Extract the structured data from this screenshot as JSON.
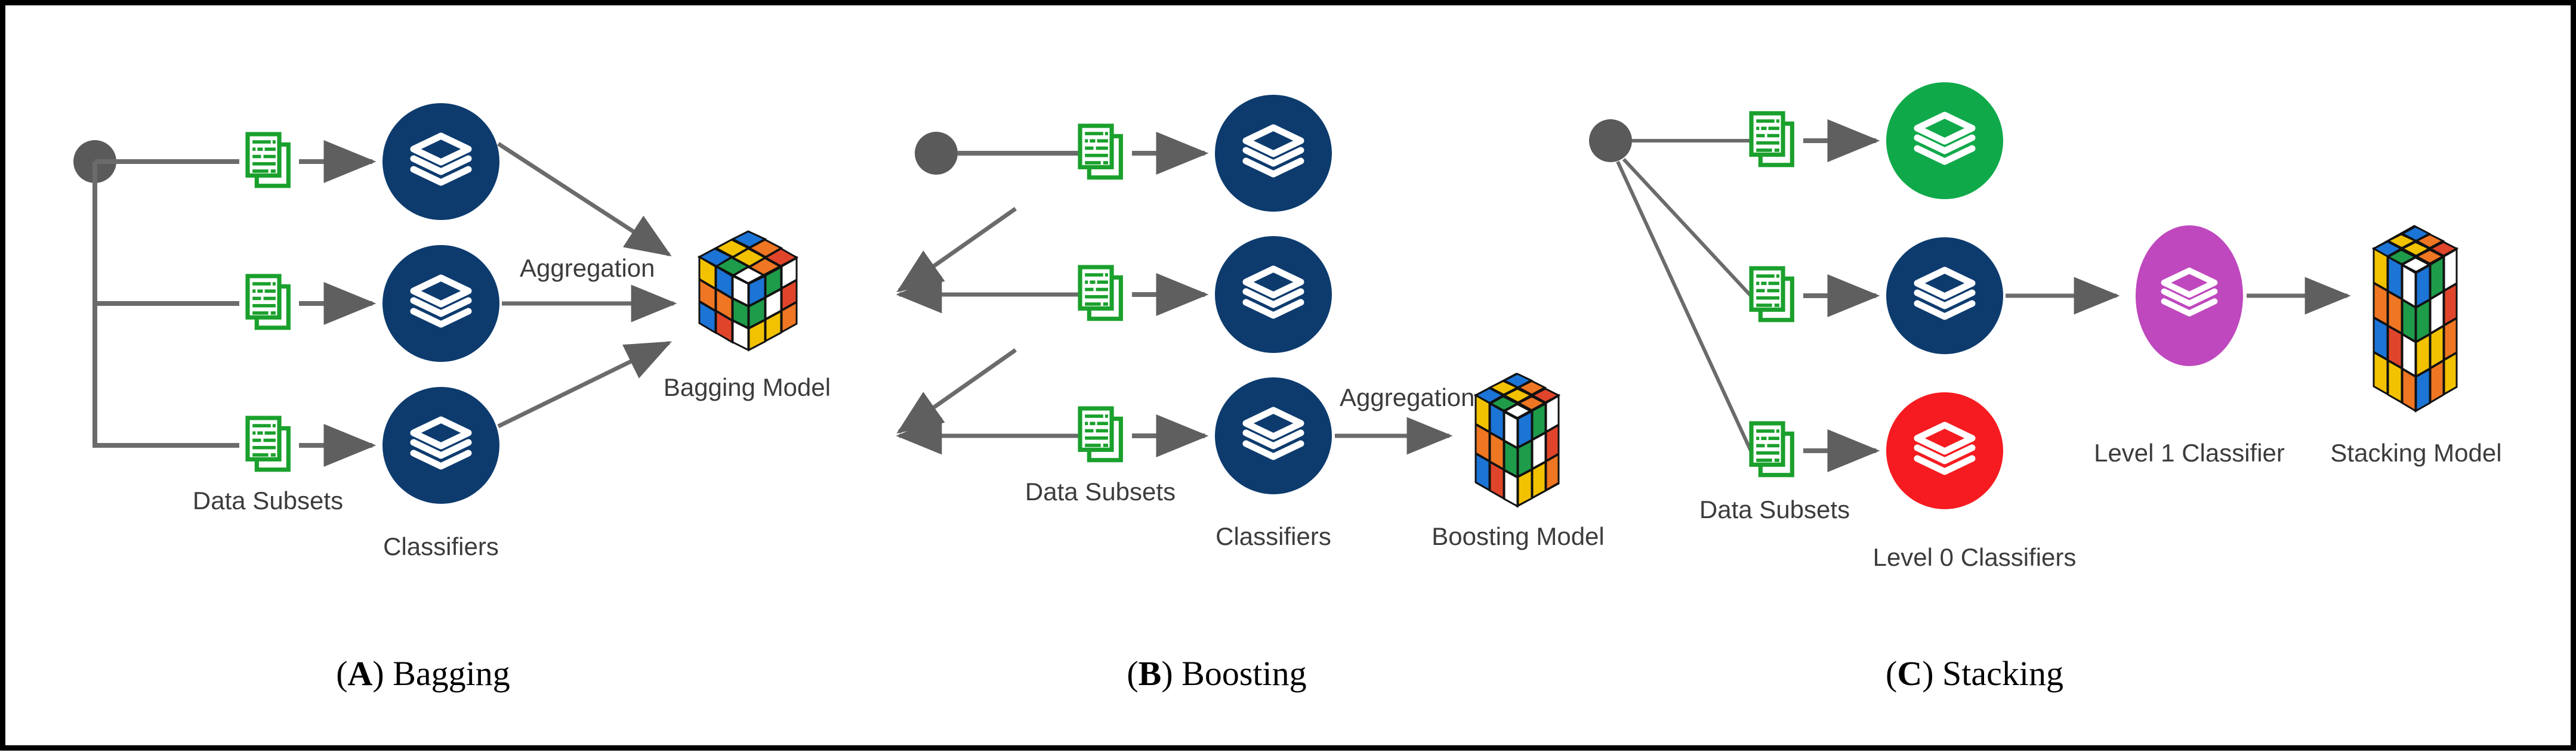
{
  "figure": {
    "kind": "ensemble-learning-methods-diagram",
    "border_color": "#000000",
    "background": "#ffffff"
  },
  "palette": {
    "navy": "#0d3b6e",
    "green": "#10a94a",
    "red": "#f51b20",
    "purple": "#c council",
    "purple_node": "#bf48be",
    "doc_green": "#1aa02c",
    "doc_green_light": "#2fbf3f",
    "root_dot": "#5a5a5a",
    "arrow": "#5f5f5f",
    "label_text": "#3c3c3c",
    "caption_text": "#000000"
  },
  "panels": [
    {
      "id": "bagging",
      "caption_letter": "A",
      "caption_text": "Bagging",
      "root": {
        "name": "data-source-dot"
      },
      "branch_style": "orthogonal",
      "subsets_label": "Data Subsets",
      "classifiers_label": "Classifiers",
      "aggregation_label": "Aggregation",
      "model_label": "Bagging Model",
      "model_icon": "rubiks-cube",
      "subset_count": 3,
      "classifier_count": 3,
      "classifier_colors": [
        "#0d3b6e",
        "#0d3b6e",
        "#0d3b6e"
      ],
      "feedback_arrows": false
    },
    {
      "id": "boosting",
      "caption_letter": "B",
      "caption_text": "Boosting",
      "root": {
        "name": "data-source-dot"
      },
      "branch_style": "sequential-feedback",
      "subsets_label": "Data Subsets",
      "classifiers_label": "Classifiers",
      "aggregation_label": "Aggregation",
      "model_label": "Boosting Model",
      "model_icon": "rubiks-cube-tall",
      "subset_count": 3,
      "classifier_count": 3,
      "classifier_colors": [
        "#0d3b6e",
        "#0d3b6e",
        "#0d3b6e"
      ],
      "feedback_arrows": true
    },
    {
      "id": "stacking",
      "caption_letter": "C",
      "caption_text": "Stacking",
      "root": {
        "name": "data-source-dot"
      },
      "branch_style": "diagonal",
      "subsets_label": "Data Subsets",
      "classifiers_label": "Level 0 Classifiers",
      "meta_label": "Level 1 Classifier",
      "model_label": "Stacking Model",
      "model_icon": "rubiks-cube-tower",
      "subset_count": 3,
      "classifier_count": 3,
      "classifier_colors": [
        "#10a94a",
        "#0d3b6e",
        "#f51b20"
      ],
      "meta_color": "#bf48be",
      "feedback_arrows": false
    }
  ],
  "icons": {
    "document": "document-lines-icon",
    "classifier": "layers-stack-icon",
    "model": "rubiks-cube-icon",
    "root": "filled-circle-icon"
  }
}
